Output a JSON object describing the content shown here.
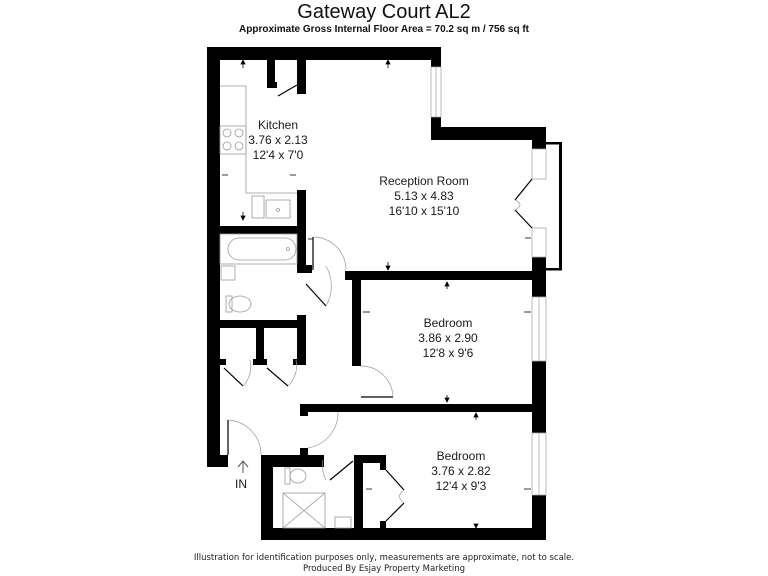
{
  "header": {
    "title": "Gateway Court AL2",
    "subtitle": "Approximate Gross Internal Floor Area = 70.2 sq m / 756 sq ft"
  },
  "rooms": [
    {
      "name": "Kitchen",
      "metric": "3.76 x 2.13",
      "imperial": "12'4 x 7'0"
    },
    {
      "name": "Reception Room",
      "metric": "5.13 x 4.83",
      "imperial": "16'10 x 15'10"
    },
    {
      "name": "Bedroom",
      "metric": "3.86 x 2.90",
      "imperial": "12'8 x 9'6"
    },
    {
      "name": "Bedroom",
      "metric": "3.76 x 2.82",
      "imperial": "12'4 x 9'3"
    }
  ],
  "entrance": {
    "label": "IN"
  },
  "footer": {
    "disclaimer": "Illustration for identification purposes only, measurements are approximate, not to scale.",
    "credit": "Produced By Esjay Property Marketing"
  },
  "colors": {
    "wall": "#000000",
    "fixture": "#9a9a9a",
    "background": "#ffffff"
  }
}
